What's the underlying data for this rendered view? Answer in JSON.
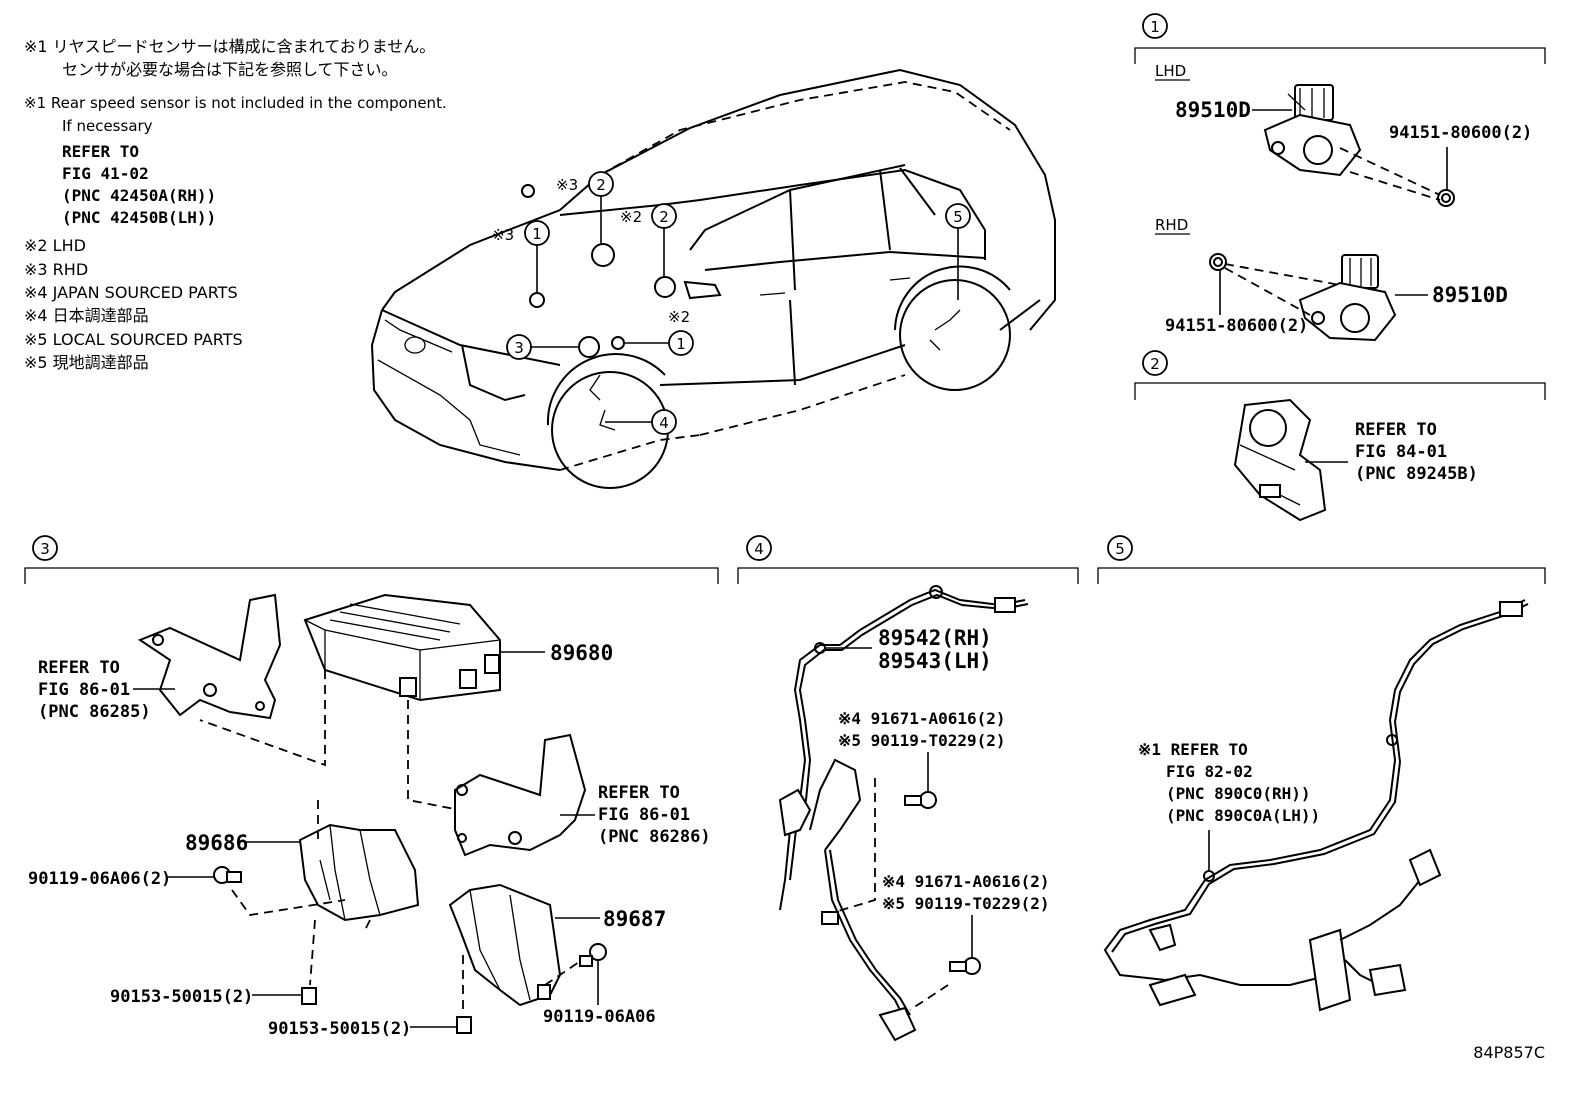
{
  "notes": {
    "jp1": "※1 リヤスピードセンサーは構成に含まれておりません。",
    "jp2": "センサが必要な場合は下記を参照して下さい。",
    "en1": "※1 Rear speed sensor is not included in the component.",
    "en2": "If necessary",
    "refer": [
      "REFER TO",
      "FIG 41-02",
      "(PNC 42450A(RH))",
      "(PNC 42450B(LH))"
    ],
    "legend": [
      "※2 LHD",
      "※3 RHD",
      "※4 JAPAN SOURCED PARTS",
      "※4 日本調達部品",
      "※5 LOCAL SOURCED PARTS",
      "※5 現地調達部品"
    ]
  },
  "vehicle": {
    "callouts": [
      {
        "mark": "※3",
        "num": "1"
      },
      {
        "mark": "※3",
        "num": "2"
      },
      {
        "mark": "※2",
        "num": "2"
      },
      {
        "mark": "",
        "num": "3"
      },
      {
        "mark": "",
        "num": "1"
      },
      {
        "mark": "※2",
        "num": ""
      },
      {
        "mark": "",
        "num": "4"
      },
      {
        "mark": "",
        "num": "5"
      }
    ]
  },
  "section1": {
    "num": "1",
    "lhd": "LHD",
    "rhd": "RHD",
    "part_lhd": "89510D",
    "bolt_lhd": "94151-80600(2)",
    "part_rhd": "89510D",
    "bolt_rhd": "94151-80600(2)"
  },
  "section2": {
    "num": "2",
    "refer": [
      "REFER TO",
      "FIG 84-01",
      "(PNC 89245B)"
    ]
  },
  "section3": {
    "num": "3",
    "ecu": "89680",
    "refer_left": [
      "REFER TO",
      "FIG 86-01",
      "(PNC 86285)"
    ],
    "refer_right": [
      "REFER TO",
      "FIG 86-01",
      "(PNC 86286)"
    ],
    "bracket_left": "89686",
    "bracket_right": "89687",
    "bolt_a": "90119-06A06(2)",
    "bolt_b": "90153-50015(2)",
    "bolt_c": "90153-50015(2)",
    "bolt_d": "90119-06A06"
  },
  "section4": {
    "num": "4",
    "sensor_rh": "89542(RH)",
    "sensor_lh": "89543(LH)",
    "bolt_top_4": "※4 91671-A0616(2)",
    "bolt_top_5": "※5 90119-T0229(2)",
    "bolt_bot_4": "※4 91671-A0616(2)",
    "bolt_bot_5": "※5 90119-T0229(2)"
  },
  "section5": {
    "num": "5",
    "refer": [
      "※1 REFER TO",
      "FIG 82-02",
      "(PNC 890C0(RH))",
      "(PNC 890C0A(LH))"
    ]
  },
  "figure_code": "84P857C"
}
